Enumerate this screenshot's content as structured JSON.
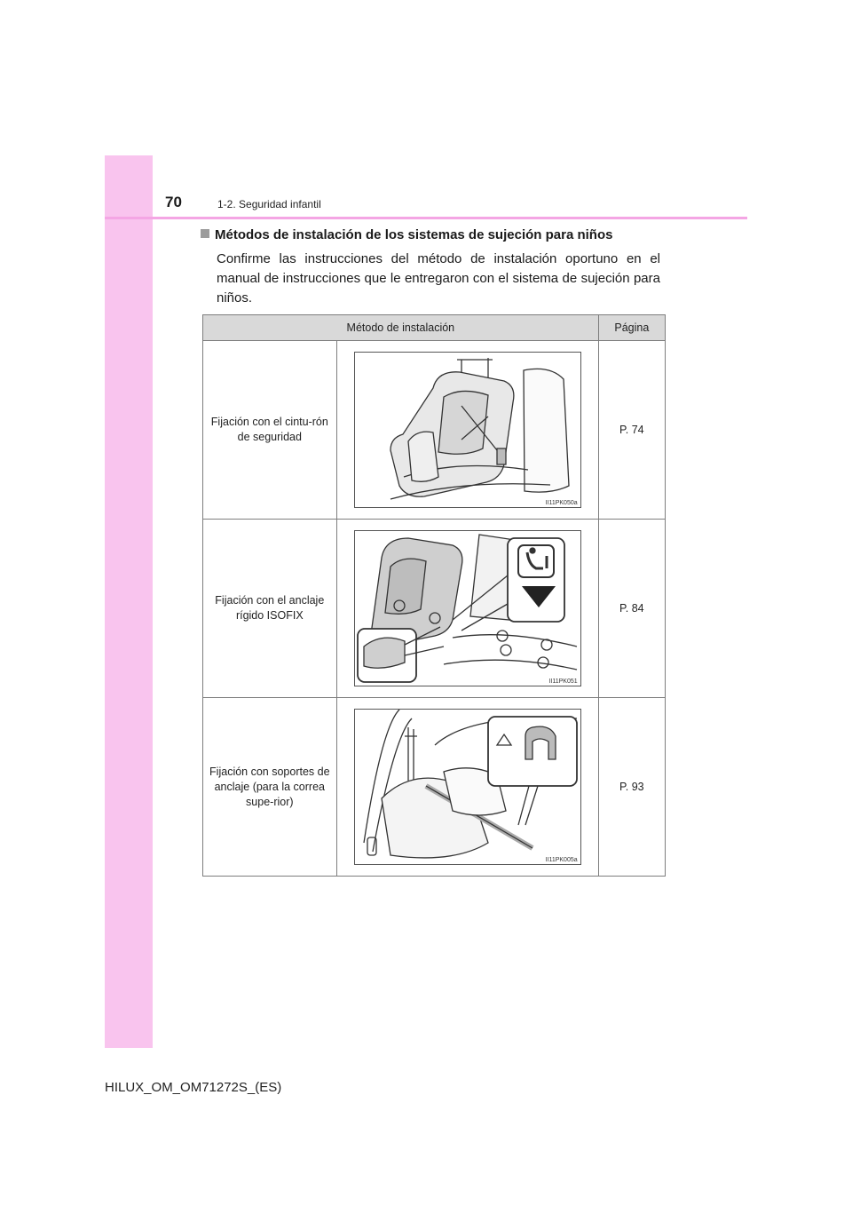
{
  "header": {
    "page_number": "70",
    "section": "1-2. Seguridad infantil"
  },
  "content": {
    "heading": "Métodos de instalación de los sistemas de sujeción para niños",
    "paragraph": "Confirme las instrucciones del método de instalación oportuno en el manual de instrucciones que le entregaron con el sistema de sujeción para niños."
  },
  "table": {
    "headers": {
      "method": "Método de instalación",
      "page": "Página"
    },
    "rows": [
      {
        "method": "Fijación con el cintu-rón de seguridad",
        "image_code": "II11PK050a",
        "page": "P. 74"
      },
      {
        "method": "Fijación con el anclaje rígido ISOFIX",
        "image_code": "II11PK051",
        "page": "P. 84"
      },
      {
        "method": "Fijación con soportes de anclaje (para la correa supe-rior)",
        "image_code": "II11PK005a",
        "page": "P. 93"
      }
    ]
  },
  "footer": {
    "code": "HILUX_OM_OM71272S_(ES)"
  },
  "colors": {
    "side_band": "#f9c4ee",
    "header_rule": "#f4a6e4",
    "table_header_bg": "#d9d9d9"
  },
  "icons": [
    "square-bullet-icon",
    "isofix-child-seat-icon",
    "down-arrow-icon"
  ]
}
